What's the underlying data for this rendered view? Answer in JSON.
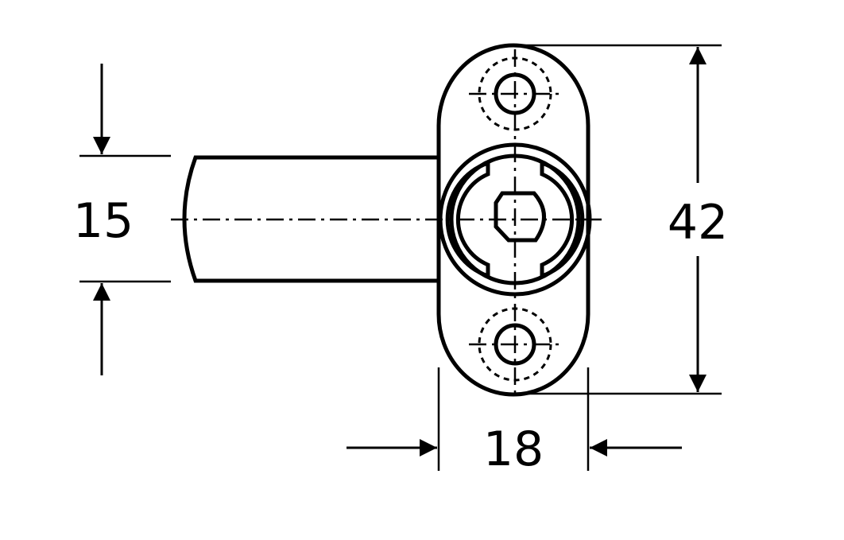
{
  "dimensions": {
    "shaft_diameter": "15",
    "flange_height": "42",
    "flange_width": "18"
  },
  "colors": {
    "ink": "#000000",
    "paper": "#ffffff"
  }
}
